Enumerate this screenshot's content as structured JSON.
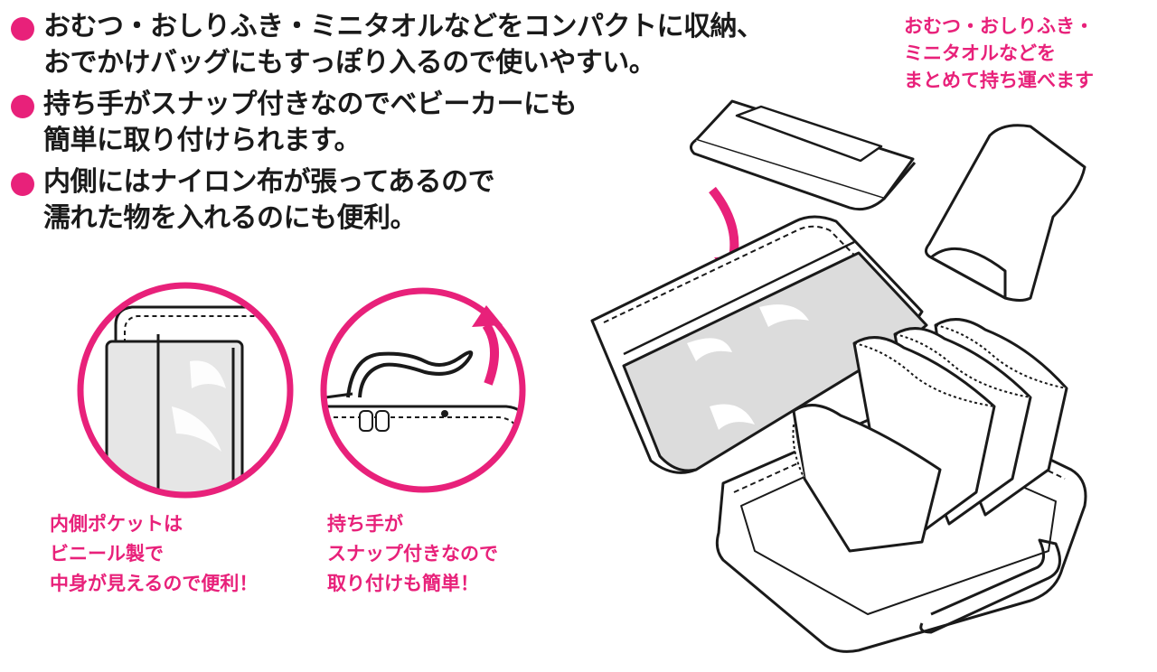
{
  "bullets": [
    {
      "lines": [
        "おむつ・おしりふき・ミニタオルなどをコンパクトに収納、",
        "おでかけバッグにもすっぽり入るので使いやすい。"
      ]
    },
    {
      "lines": [
        "持ち手がスナップ付きなのでベビーカーにも",
        "簡単に取り付けられます。"
      ]
    },
    {
      "lines": [
        "内側にはナイロン布が張ってあるので",
        "濡れた物を入れるのにも便利。"
      ]
    }
  ],
  "callout_top": {
    "lines": [
      "おむつ・おしりふき・",
      "ミニタオルなどを",
      "まとめて持ち運べます"
    ]
  },
  "detail_left": {
    "lines": [
      "内側ポケットは",
      "ビニール製で",
      "中身が見えるので便利！"
    ]
  },
  "detail_right": {
    "lines": [
      "持ち手が",
      "スナップ付きなので",
      "取り付けも簡単！"
    ]
  },
  "colors": {
    "accent": "#e8217a",
    "line": "#1a1a1a",
    "pocket": "#dcdcdc"
  }
}
